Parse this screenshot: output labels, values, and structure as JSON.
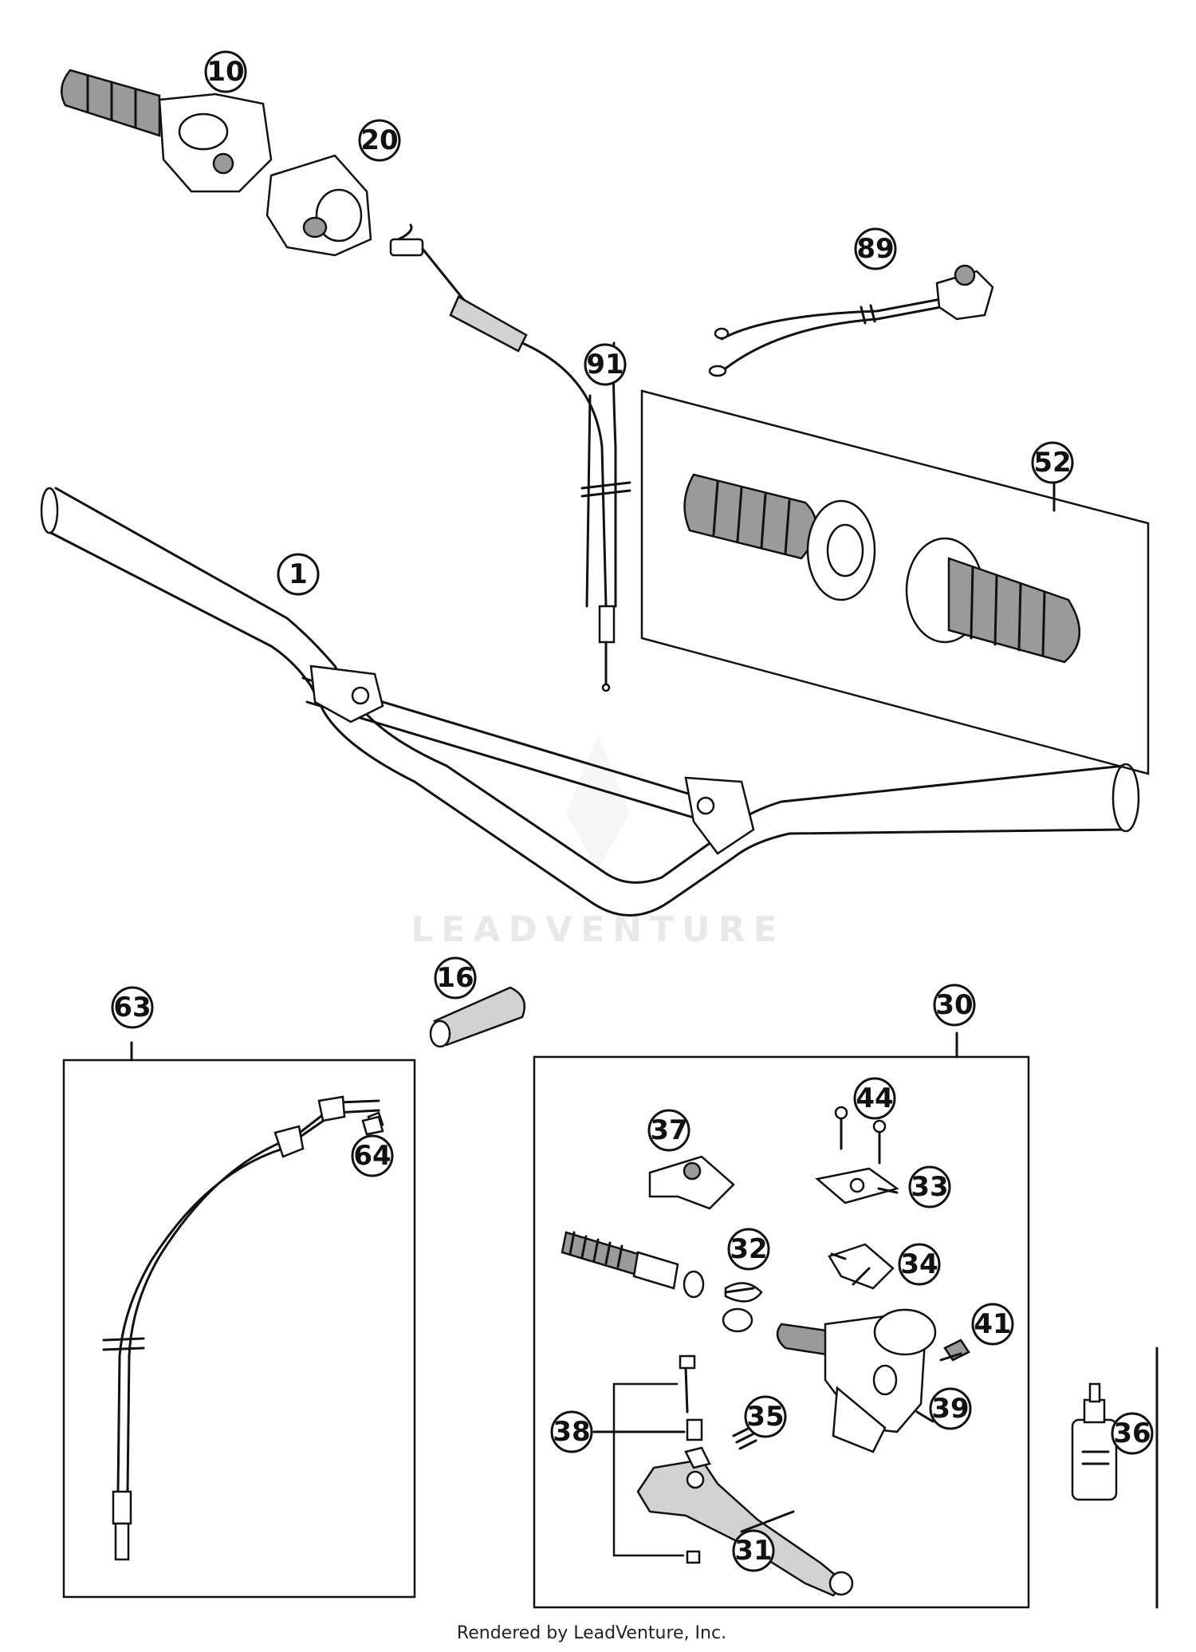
{
  "watermark": "LEADVENTURE",
  "footer": "Rendered by LeadVenture, Inc.",
  "callouts": [
    "10",
    "20",
    "89",
    "91",
    "52",
    "1",
    "16",
    "63",
    "30",
    "64",
    "37",
    "44",
    "33",
    "32",
    "34",
    "41",
    "39",
    "35",
    "38",
    "36",
    "31"
  ]
}
